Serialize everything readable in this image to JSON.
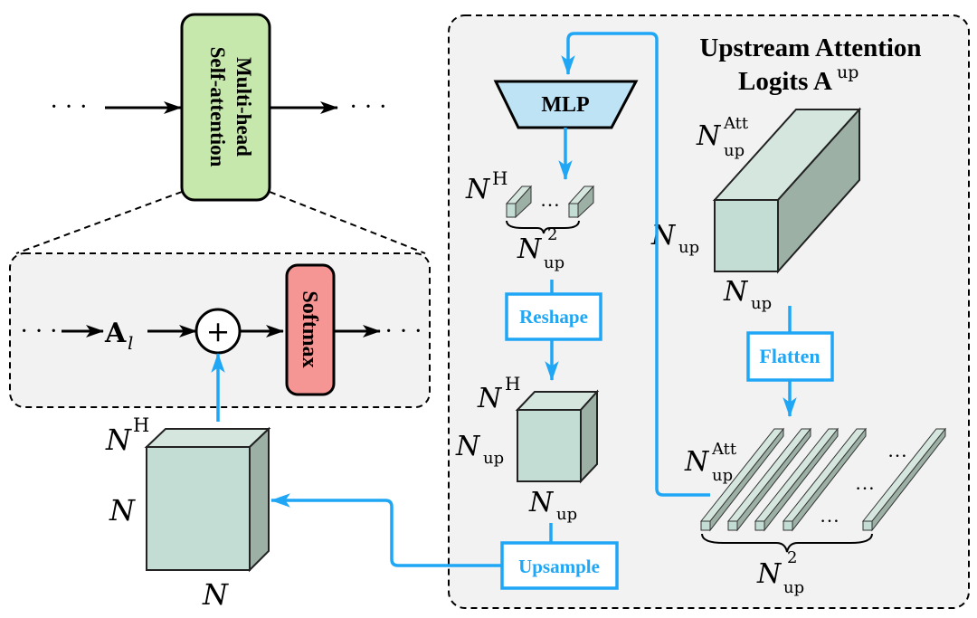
{
  "colors": {
    "accent_blue": "#1fa6f5",
    "panel_bg": "#f2f2f2",
    "mhsa_fill": "#c7e8ad",
    "softmax_fill": "#f59694",
    "mlp_fill": "#bee3f5",
    "cube_front": "#c4ddd4",
    "cube_top": "#d4e6de",
    "cube_side": "#9cb0a6"
  },
  "blocks": {
    "mhsa_line1": "Multi-head",
    "mhsa_line2": "Self-attention",
    "softmax": "Softmax",
    "mlp": "MLP",
    "reshape": "Reshape",
    "flatten": "Flatten",
    "upsample": "Upsample"
  },
  "ellipsis": "· · ·",
  "ellipsis_small": "…",
  "plus": "+",
  "inner_flow": {
    "attention_symbol": "A",
    "attention_sub": "l"
  },
  "upstream_panel": {
    "title_line1": "Upstream Attention",
    "title_line2": "Logits A",
    "title_sup": "up"
  },
  "labels": {
    "N": "N",
    "sup_H": "H",
    "sub_up": "up",
    "sup_att": "Att",
    "sup_2": "2"
  }
}
